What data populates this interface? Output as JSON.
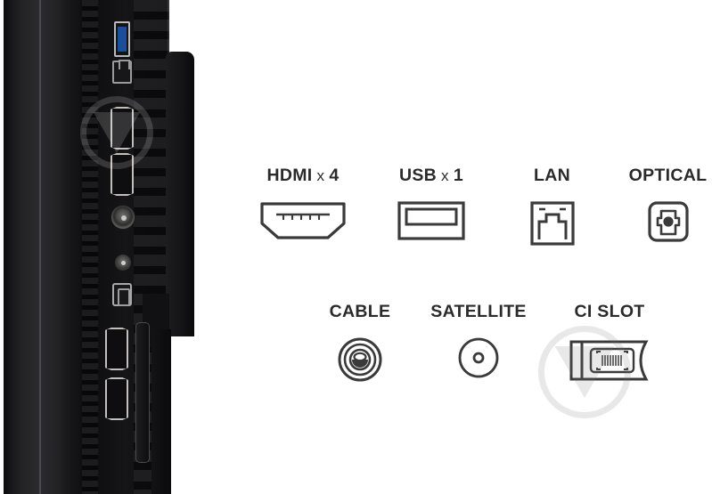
{
  "image": {
    "kind": "product-connectivity-infographic",
    "background_color": "#ffffff",
    "line_color": "#3a3a3a"
  },
  "photo": {
    "alt_name": "tv-side-panel-photo",
    "ports_visible": [
      "usb-3-port",
      "lan-rj45-port",
      "hdmi-port",
      "hdmi-port",
      "coaxial-cable-port",
      "satellite-port",
      "optical-audio-port",
      "hdmi-port",
      "hdmi-port",
      "ci-slot"
    ],
    "watermark": "v-logo-watermark"
  },
  "specs": {
    "row1": [
      {
        "id": "hdmi",
        "name": "HDMI",
        "multiplier": "x",
        "count": "4",
        "icon": "hdmi-icon"
      },
      {
        "id": "usb",
        "name": "USB",
        "multiplier": "x",
        "count": "1",
        "icon": "usb-icon"
      },
      {
        "id": "lan",
        "name": "LAN",
        "multiplier": "",
        "count": "",
        "icon": "lan-rj45-icon"
      },
      {
        "id": "optical",
        "name": "OPTICAL",
        "multiplier": "",
        "count": "",
        "icon": "optical-toslink-icon"
      }
    ],
    "row2": [
      {
        "id": "cable",
        "name": "CABLE",
        "multiplier": "",
        "count": "",
        "icon": "coaxial-cable-icon"
      },
      {
        "id": "satellite",
        "name": "SATELLITE",
        "multiplier": "",
        "count": "",
        "icon": "satellite-lnb-icon"
      },
      {
        "id": "cislot",
        "name": "CI SLOT",
        "multiplier": "",
        "count": "",
        "icon": "ci-slot-card-icon"
      }
    ]
  }
}
